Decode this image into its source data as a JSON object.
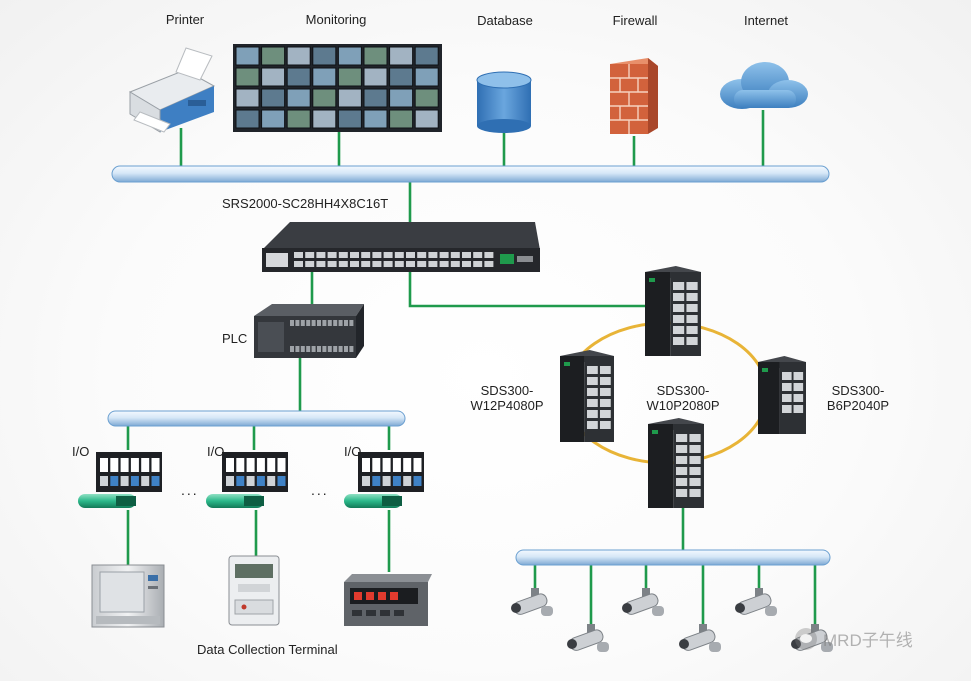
{
  "top_devices": [
    {
      "label": "Printer",
      "icon": "printer-icon"
    },
    {
      "label": "Monitoring",
      "icon": "video-wall-icon"
    },
    {
      "label": "Database",
      "icon": "database-icon"
    },
    {
      "label": "Firewall",
      "icon": "firewall-icon"
    },
    {
      "label": "Internet",
      "icon": "cloud-icon"
    }
  ],
  "core_switch": {
    "label": "SRS2000-SC28HH4X8C16T",
    "icon": "rack-switch-icon"
  },
  "plc": {
    "label": "PLC",
    "icon": "plc-icon"
  },
  "io_modules": [
    {
      "label": "I/O",
      "icon": "io-module-icon"
    },
    {
      "label": "I/O",
      "icon": "io-module-icon"
    },
    {
      "label": "I/O",
      "icon": "io-module-icon"
    }
  ],
  "ellipsis": "...",
  "field_devices": [
    {
      "icon": "environmental-chamber-icon"
    },
    {
      "icon": "electric-meter-icon",
      "label": "Data Collection Terminal"
    },
    {
      "icon": "panel-controller-icon"
    }
  ],
  "ring_switches": [
    {
      "label": "SDS300-\nW12P4080P",
      "icon": "din-switch-icon"
    },
    {
      "label": "SDS300-\nW10P2080P",
      "icon": "din-switch-icon"
    },
    {
      "label": "SDS300-\nB6P2040P",
      "icon": "din-switch-icon"
    }
  ],
  "cameras": {
    "count": 6,
    "icon": "ip-camera-icon"
  },
  "watermark": "MRD子午线",
  "colors": {
    "link": "#1f9a4c",
    "ring": "#e8b437",
    "bus_light": "#dcebf8",
    "bus_dark": "#6a9fd0",
    "switch_body": "#2b2d31"
  }
}
